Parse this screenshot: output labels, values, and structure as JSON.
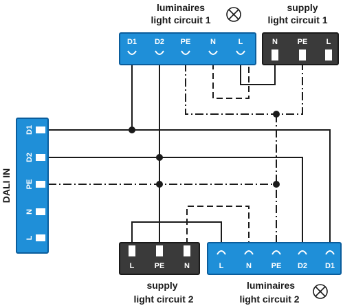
{
  "dali_in": {
    "label": "DALI IN",
    "terminals": [
      "D1",
      "D2",
      "PE",
      "N",
      "L"
    ]
  },
  "luminaires_1": {
    "title_line1": "luminaires",
    "title_line2": "light circuit 1",
    "terminals": [
      "D1",
      "D2",
      "PE",
      "N",
      "L"
    ]
  },
  "supply_1": {
    "title_line1": "supply",
    "title_line2": "light circuit 1",
    "terminals": [
      "N",
      "PE",
      "L"
    ]
  },
  "supply_2": {
    "title_line1": "supply",
    "title_line2": "light circuit 2",
    "terminals": [
      "L",
      "PE",
      "N"
    ]
  },
  "luminaires_2": {
    "title_line1": "luminaires",
    "title_line2": "light circuit 2",
    "terminals": [
      "L",
      "N",
      "PE",
      "D2",
      "D1"
    ]
  },
  "colors": {
    "blue_block": "#1f8fd8",
    "blue_block_edge": "#0a5d9c",
    "dark_block": "#3a3a3a",
    "wire": "#1a1a1a"
  },
  "icons": {
    "lamp": "lamp-cross-icon",
    "screw_terminal": "screw-terminal-icon",
    "plug_terminal": "plug-terminal-icon"
  }
}
